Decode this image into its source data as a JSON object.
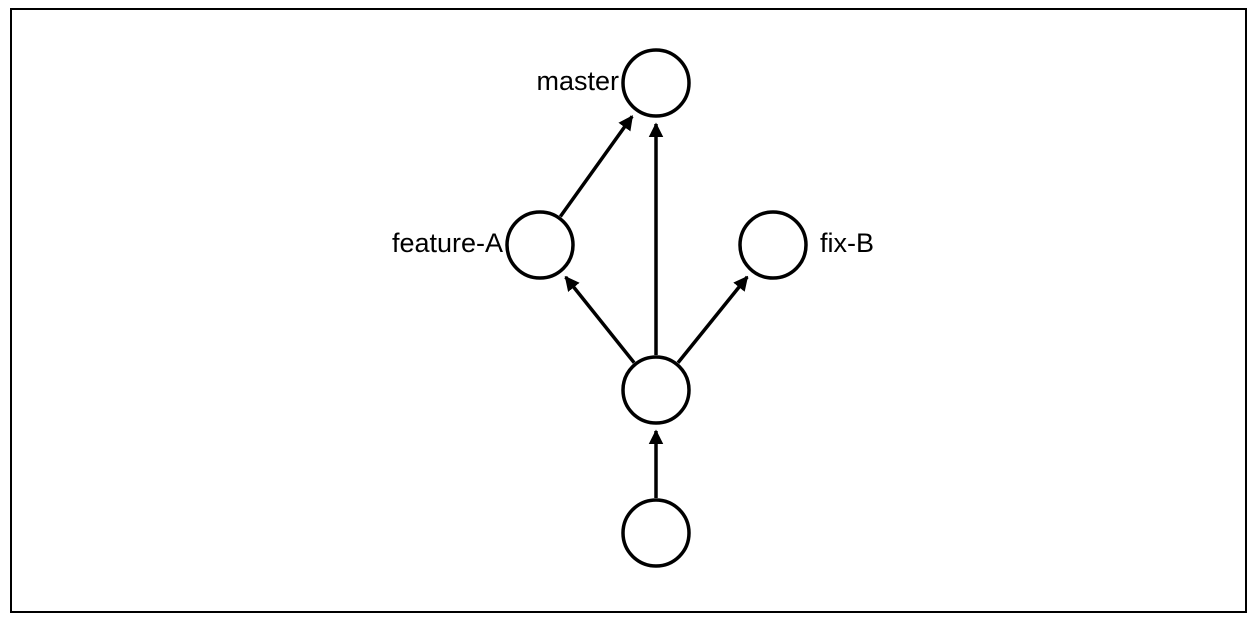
{
  "diagram": {
    "type": "git-branch-graph",
    "line_color": "#000000",
    "node_fill": "#ffffff",
    "nodes": [
      {
        "id": "master",
        "label": "master"
      },
      {
        "id": "feature-a",
        "label": "feature-A"
      },
      {
        "id": "fix-b",
        "label": "fix-B"
      },
      {
        "id": "base",
        "label": ""
      },
      {
        "id": "root",
        "label": ""
      }
    ],
    "edges": [
      {
        "from": "root",
        "to": "base"
      },
      {
        "from": "base",
        "to": "master"
      },
      {
        "from": "base",
        "to": "feature-a"
      },
      {
        "from": "base",
        "to": "fix-b"
      },
      {
        "from": "feature-a",
        "to": "master"
      }
    ]
  }
}
